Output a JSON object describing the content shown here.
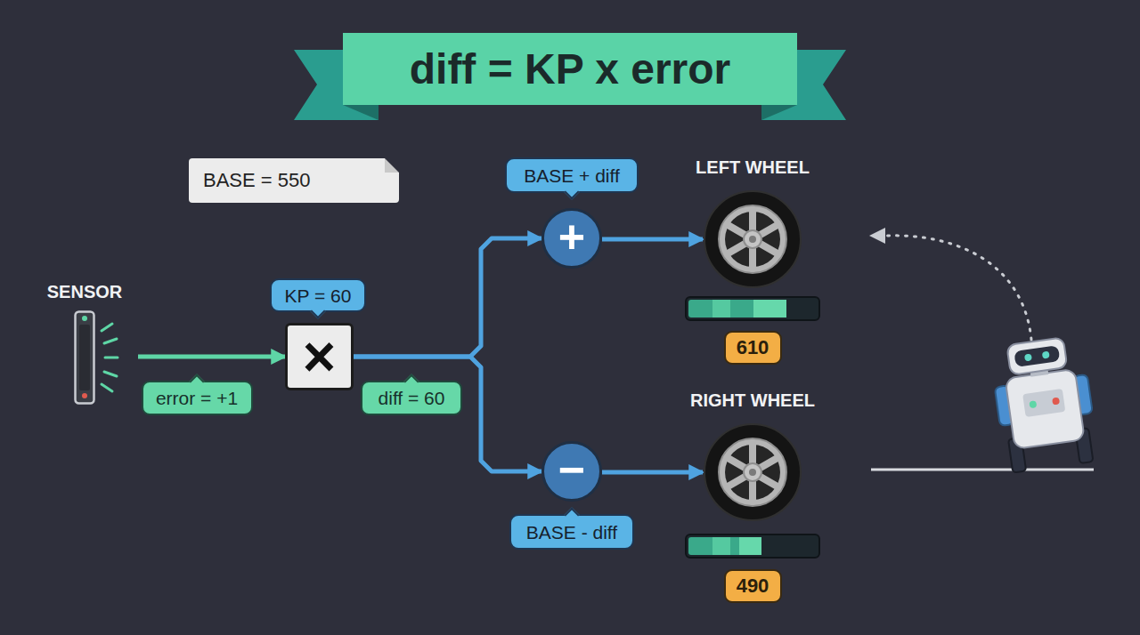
{
  "diagram": {
    "title": "diff = KP x error",
    "nodes": [
      {
        "text": [
          "BASE = 550"
        ]
      },
      {
        "text": [
          "SENSOR"
        ]
      },
      {
        "text": [
          "KP = 60"
        ]
      },
      {
        "text": [
          "×"
        ]
      },
      {
        "text": [
          "BASE + diff"
        ]
      },
      {
        "text": [
          "+"
        ]
      },
      {
        "text": [
          "LEFT WHEEL"
        ]
      },
      {
        "text": [
          "610"
        ]
      },
      {
        "text": [
          "−"
        ]
      },
      {
        "text": [
          "BASE - diff"
        ]
      },
      {
        "text": [
          "RIGHT WHEEL"
        ]
      },
      {
        "text": [
          "490"
        ]
      }
    ],
    "edges": [
      {
        "from": 1,
        "to": 3,
        "label": "error = +1",
        "arrow": "to"
      },
      {
        "from": 3,
        "to": 5,
        "label": "diff = 60",
        "arrow": "to"
      },
      {
        "from": 3,
        "to": 8,
        "arrow": "to"
      },
      {
        "from": 5,
        "to": 6,
        "arrow": "to"
      },
      {
        "from": 8,
        "to": 10,
        "arrow": "to"
      }
    ]
  }
}
